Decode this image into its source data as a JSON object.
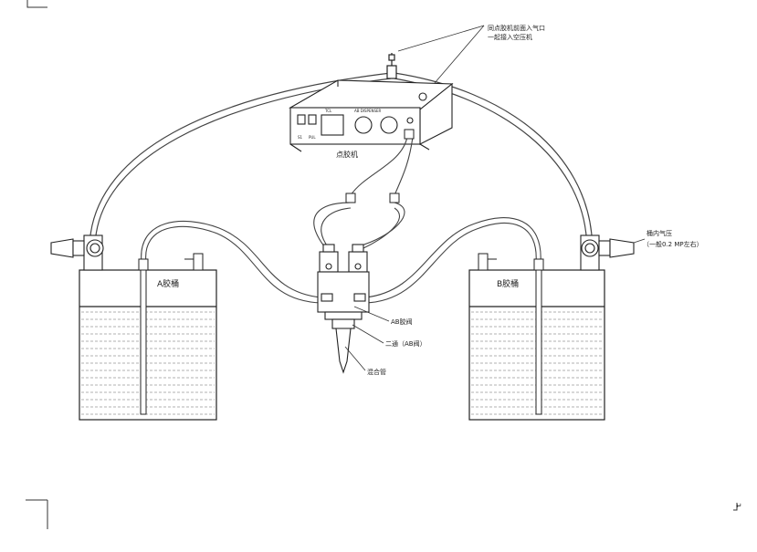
{
  "labels": {
    "air_inlet_line1": "同点胶机前面入气口",
    "air_inlet_line2": "一起接入空压机",
    "dispenser": "点胶机",
    "dispenser_panel_title": "AB DISPENSER",
    "dispenser_brand": "TCL",
    "dispenser_sw1": "S1",
    "dispenser_sw2": "PUL",
    "tank_pressure_line1": "桶内气压",
    "tank_pressure_line2": "（一般0.2 MP左右）",
    "tank_a": "A胶桶",
    "tank_b": "B胶桶",
    "ab_valve": "AB胶阀",
    "two_way": "二通（AB阀）",
    "mixing_tube": "混合管"
  }
}
